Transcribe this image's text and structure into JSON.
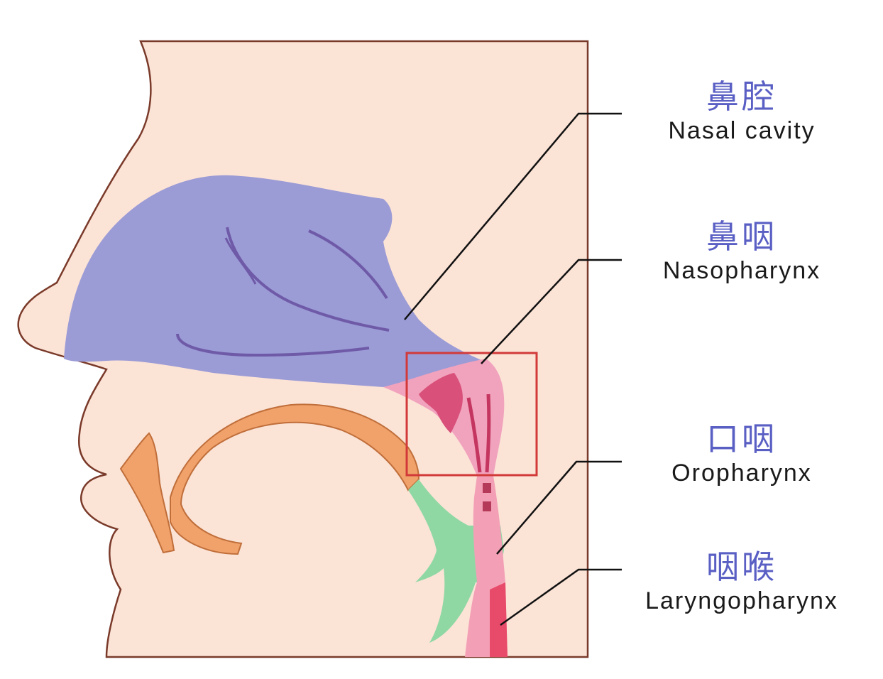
{
  "labels": {
    "nasal_cavity": {
      "zh": "鼻腔",
      "en": "Nasal cavity"
    },
    "nasopharynx": {
      "zh": "鼻咽",
      "en": "Nasopharynx"
    },
    "oropharynx": {
      "zh": "口咽",
      "en": "Oropharynx"
    },
    "laryngopharynx": {
      "zh": "咽喉",
      "en": "Laryngopharynx"
    }
  },
  "colors": {
    "skin": "#fbe3d6",
    "outline": "#7a3a2a",
    "nasal": "#9b9bd6",
    "naso_pink": "#f1a2bd",
    "oro_green": "#8fd8a4",
    "laryngo_red": "#e84a6a",
    "tongue": "#f0a26a",
    "highlight_box": "#d23a3a",
    "label_zh": "#5a5fc4"
  }
}
